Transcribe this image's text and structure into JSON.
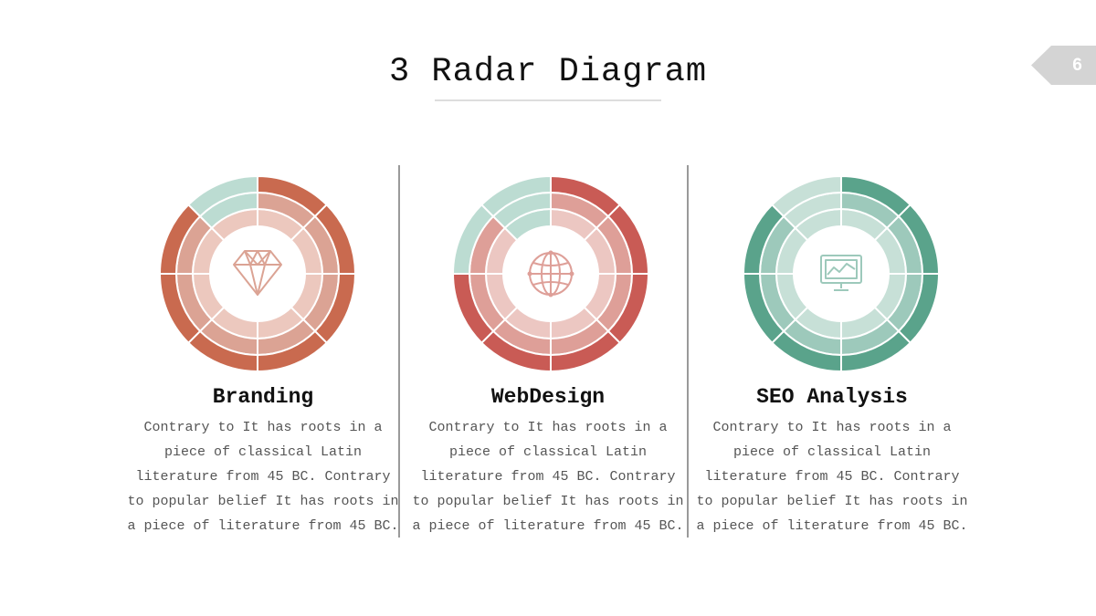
{
  "title": "3 Radar Diagram",
  "page_number": "6",
  "colors": {
    "coral": "#c96a4f",
    "coral_mid": "#dba394",
    "coral_light": "#ecc8be",
    "red": "#c95b55",
    "red_mid": "#de9f98",
    "red_light": "#ecc7c2",
    "teal": "#5aa38b",
    "teal_mid": "#9dc9bb",
    "teal_light": "#c7e0d7",
    "mint": "#bcdcd2",
    "badge": "#d4d4d4"
  },
  "columns": [
    {
      "heading": "Branding",
      "icon": "diamond-icon",
      "text": "Contrary to It has roots in a piece of classical Latin literature from 45 BC. Contrary to popular belief It has roots in a piece of literature from 45 BC."
    },
    {
      "heading": "WebDesign",
      "icon": "globe-icon",
      "text": "Contrary to It has roots in a piece of classical Latin literature from 45 BC. Contrary to popular belief It has roots in a piece of literature from 45 BC."
    },
    {
      "heading": "SEO Analysis",
      "icon": "monitor-chart-icon",
      "text": "Contrary to It has roots in a piece of classical Latin literature from 45 BC. Contrary to popular belief It has roots in a piece of literature from 45 BC."
    }
  ],
  "radars": [
    {
      "palette": {
        "full": "coral",
        "mid": "coral_mid",
        "light": "coral_light",
        "empty": "mint"
      },
      "sector_levels": [
        3,
        3,
        3,
        3,
        3,
        3,
        3,
        1
      ]
    },
    {
      "palette": {
        "full": "red",
        "mid": "red_mid",
        "light": "red_light",
        "empty": "mint"
      },
      "sector_levels": [
        3,
        3,
        3,
        3,
        3,
        3,
        2,
        0
      ]
    },
    {
      "palette": {
        "full": "teal",
        "mid": "teal_mid",
        "light": "teal_light",
        "empty": "teal_light"
      },
      "sector_levels": [
        3,
        3,
        3,
        3,
        3,
        3,
        3,
        0
      ]
    }
  ]
}
